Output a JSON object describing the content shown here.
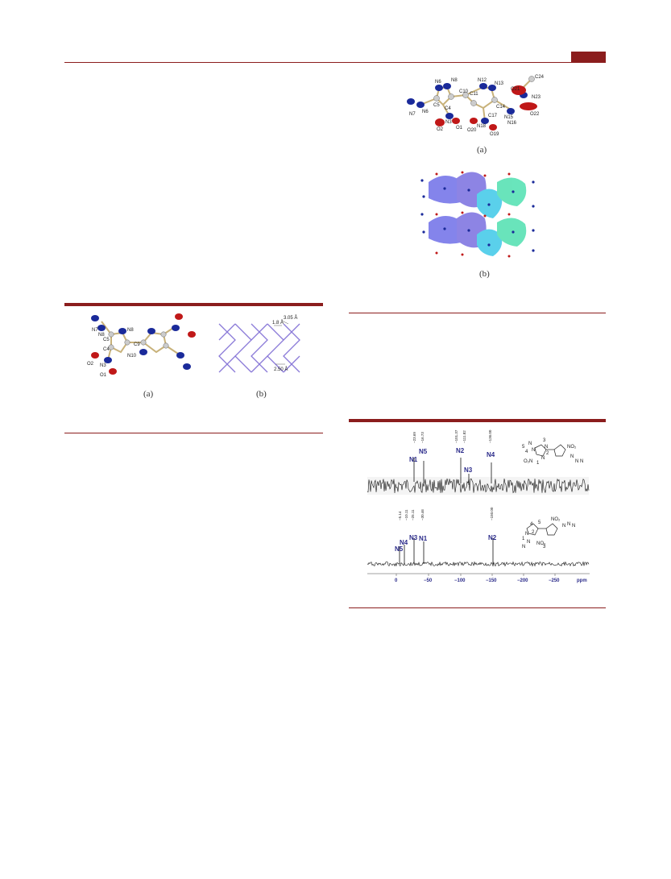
{
  "figure_a_top": {
    "letter": "(a)",
    "atoms": [
      "N6",
      "N8",
      "N12",
      "N13",
      "C24",
      "C10",
      "C11",
      "O21",
      "N23",
      "C5",
      "C4",
      "C14",
      "N7",
      "N6",
      "N15",
      "O22",
      "N3",
      "C17",
      "N16",
      "O2",
      "O1",
      "O20",
      "N18",
      "O19"
    ]
  },
  "figure_b_top": {
    "letter": "(b)"
  },
  "figure_left": {
    "letter_a": "(a)",
    "letter_b": "(b)",
    "atoms": [
      "N7",
      "N8",
      "N8",
      "C9",
      "C5",
      "C4",
      "O2",
      "N3",
      "N10",
      "O1"
    ],
    "dims": [
      "1.8 Å",
      "3.05 Å",
      "2.50 Å"
    ]
  },
  "nmr": {
    "top_labels": [
      "N1",
      "N5",
      "N2",
      "N3",
      "N4"
    ],
    "top_values": [
      "−23.69",
      "−16.73",
      "−101.37",
      "−111.82",
      "−136.00"
    ],
    "bottom_labels": [
      "N5",
      "N4",
      "N3",
      "N1",
      "N2"
    ],
    "bottom_values": [
      "−5.14",
      "−10.11",
      "−25.11",
      "−30.46",
      "−150.00"
    ],
    "ticks": [
      "0",
      "−50",
      "−100",
      "−150",
      "−200",
      "−250",
      "ppm"
    ],
    "struct_top": [
      "5",
      "N",
      "N",
      "4",
      "3",
      "N",
      "NO₂",
      "O₂N",
      "N",
      "2",
      "1",
      "N",
      "N",
      "N"
    ],
    "struct_bottom": [
      "4",
      "5",
      "NO₂",
      "N",
      "N",
      "N",
      "2",
      "1",
      "NO₂",
      "3",
      "N",
      "N",
      "N"
    ]
  }
}
